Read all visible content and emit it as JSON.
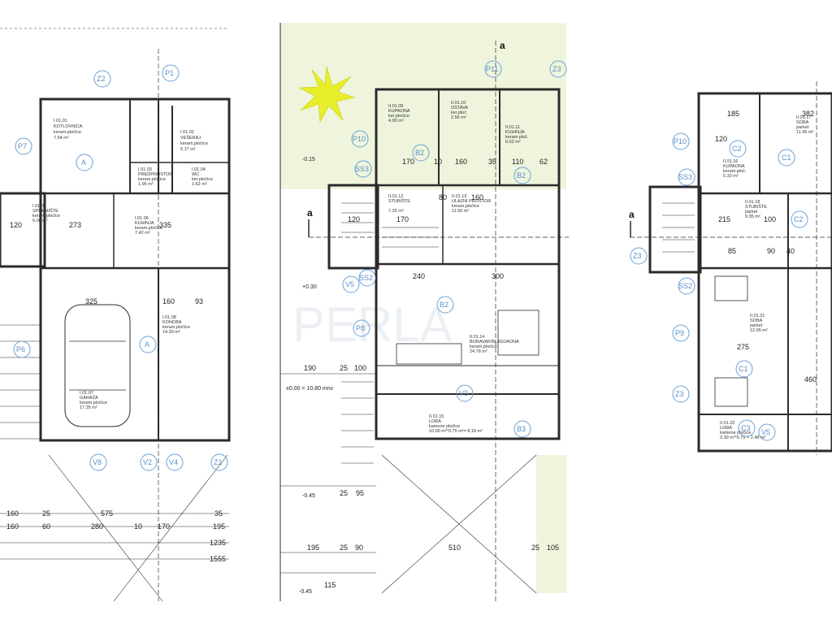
{
  "colors": {
    "wall": "#2b2b2b",
    "marker": "#6aa0d6",
    "sun": "#e9ee2a",
    "grass": "#eef5dc"
  },
  "watermark": "PERLA",
  "left_plan": {
    "rooms": [
      {
        "code": "I.01.01",
        "name": "KOTLOVNICA",
        "floor": "keram.pločice",
        "area": "7.54 m²"
      },
      {
        "code": "I.01.02",
        "name": "VEŠERAJ",
        "floor": "keram.pločice",
        "area": "5.17 m²"
      },
      {
        "code": "I.01.03",
        "name": "PREDPROSTOR",
        "floor": "keram.pločice",
        "area": "1.96 m²"
      },
      {
        "code": "I.01.04",
        "name": "WC",
        "floor": "ker.pločice",
        "area": "1.62 m²"
      },
      {
        "code": "I.01.05",
        "name": "SPREMIŠTE",
        "floor": "keram.pločice",
        "area": "6.08 m²"
      },
      {
        "code": "I.01.06",
        "name": "KUHINJA",
        "floor": "keram.pločice",
        "area": "7.42 m²"
      },
      {
        "code": "I.01.07",
        "name": "GARAŽA",
        "floor": "keram.pločice",
        "area": "17.35 m²"
      },
      {
        "code": "I.01.08",
        "name": "KONOBA",
        "floor": "keram.pločice",
        "area": "14.30 m²"
      }
    ],
    "markers": [
      "Z2",
      "P1",
      "P7",
      "A",
      "P6",
      "A",
      "V8",
      "V2",
      "V4",
      "Z1"
    ],
    "dims": [
      "120",
      "273",
      "335",
      "325",
      "160",
      "93",
      "160",
      "25",
      "575",
      "35",
      "160",
      "60",
      "280",
      "10",
      "170",
      "195",
      "1235",
      "1555"
    ]
  },
  "middle_plan": {
    "rooms": [
      {
        "code": "II.01.09",
        "name": "KUPAONA",
        "floor": "ker.pločice",
        "area": "4.90 m²"
      },
      {
        "code": "II.01.10",
        "name": "OSTAVA",
        "floor": "ker.ploč.",
        "area": "2.56 m²"
      },
      {
        "code": "II.01.11",
        "name": "KUHINJA",
        "floor": "keram.ploč.",
        "area": "6.62 m²"
      },
      {
        "code": "II.01.12",
        "name": "STUBIŠTE",
        "floor": "",
        "area": "7.25 m²"
      },
      {
        "code": "II.01.13",
        "name": "ULAZNI PROSTOR",
        "floor": "keram.pločice",
        "area": "11.50 m²"
      },
      {
        "code": "II.01.14",
        "name": "BORAVAK/BLAGVAONA",
        "floor": "keram.pločice",
        "area": "24.78 m²"
      },
      {
        "code": "II.01.15",
        "name": "LOĐA",
        "floor": "kamene pločice",
        "area": "10.90 m²*0.75 m²= 8.18 m²"
      }
    ],
    "markers": [
      "P11",
      "Z3",
      "P10",
      "B2",
      "SS3",
      "B2",
      "V5",
      "SS2",
      "B2",
      "P8",
      "V3",
      "B3"
    ],
    "dims": [
      "170",
      "10",
      "160",
      "35",
      "110",
      "62",
      "80",
      "160",
      "120",
      "170",
      "240",
      "300",
      "190",
      "25",
      "100",
      "25",
      "95",
      "195",
      "25",
      "90",
      "510",
      "25",
      "105",
      "115"
    ],
    "levels": [
      "-0.15",
      "+0.30",
      "±0,00 = 10.80 mnv",
      "-0.45",
      "-0.45"
    ],
    "section": "a"
  },
  "right_plan": {
    "rooms": [
      {
        "code": "II.01.17",
        "name": "SOBA",
        "floor": "parket",
        "area": "11.45 m²"
      },
      {
        "code": "II.01.16",
        "name": "KUPAONA",
        "floor": "keram.ploč.",
        "area": "5.33 m²"
      },
      {
        "code": "II.01.18",
        "name": "STUBIŠTE",
        "floor": "parket",
        "area": "9.35 m²"
      },
      {
        "code": "II.01.21",
        "name": "SOBA",
        "floor": "parket",
        "area": "12.95 m²"
      },
      {
        "code": "II.01.22",
        "name": "LOĐA",
        "floor": "kamene pločice",
        "area": "3.30 m²*0.75 = 2.48 m²"
      }
    ],
    "markers": [
      "P10",
      "C2",
      "C1",
      "SS3",
      "Z3",
      "C2",
      "SS2",
      "P9",
      "C1",
      "Z3",
      "C3",
      "V5"
    ],
    "dims": [
      "185",
      "382",
      "215",
      "100",
      "85",
      "90",
      "40",
      "275",
      "460",
      "120"
    ],
    "section": "a"
  }
}
